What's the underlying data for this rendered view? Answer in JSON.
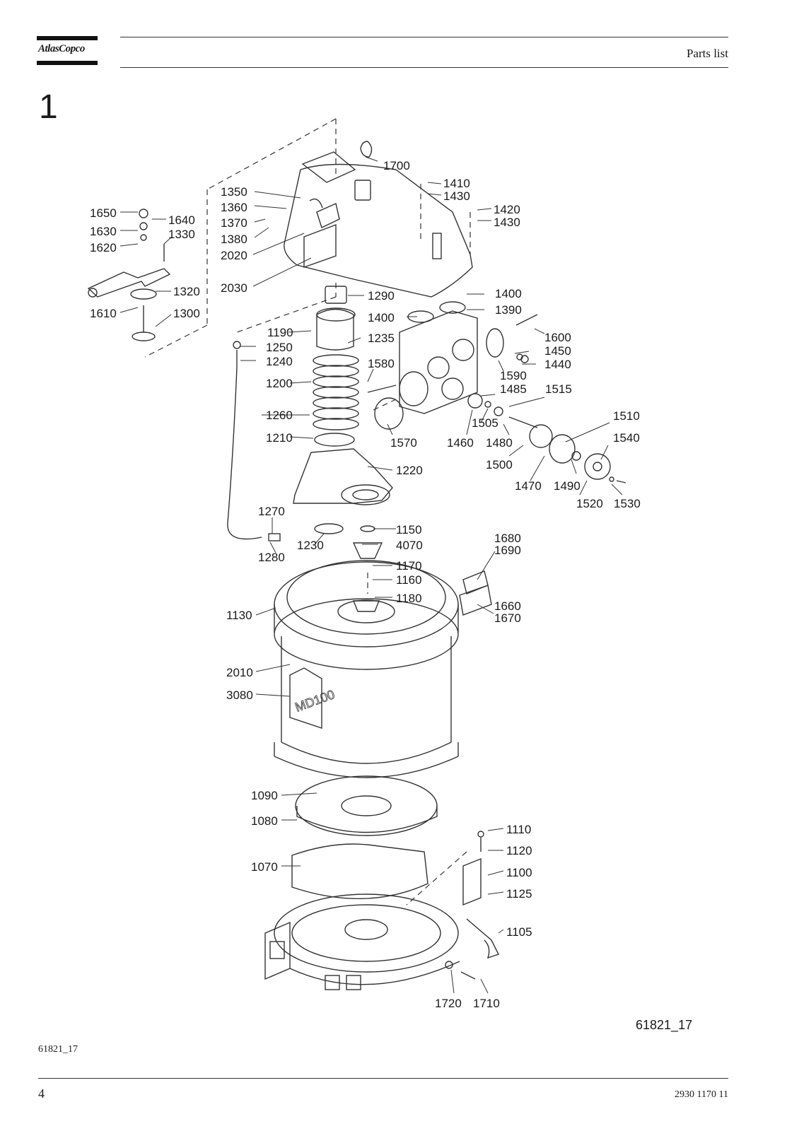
{
  "header": {
    "brand": "AtlasCopco",
    "title": "Parts list"
  },
  "section_number": "1",
  "diagram": {
    "figure_reference": "61821_17",
    "labels": [
      {
        "id": "1700"
      },
      {
        "id": "1410"
      },
      {
        "id": "1430a",
        "text": "1430"
      },
      {
        "id": "1420"
      },
      {
        "id": "1430b",
        "text": "1430"
      },
      {
        "id": "1350"
      },
      {
        "id": "1360"
      },
      {
        "id": "1370"
      },
      {
        "id": "1380"
      },
      {
        "id": "2020"
      },
      {
        "id": "2030"
      },
      {
        "id": "1650"
      },
      {
        "id": "1640"
      },
      {
        "id": "1630"
      },
      {
        "id": "1330"
      },
      {
        "id": "1620"
      },
      {
        "id": "1320"
      },
      {
        "id": "1610"
      },
      {
        "id": "1300"
      },
      {
        "id": "1290"
      },
      {
        "id": "1400a",
        "text": "1400"
      },
      {
        "id": "1400b",
        "text": "1400"
      },
      {
        "id": "1390"
      },
      {
        "id": "1190"
      },
      {
        "id": "1235"
      },
      {
        "id": "1250"
      },
      {
        "id": "1240"
      },
      {
        "id": "1600"
      },
      {
        "id": "1450"
      },
      {
        "id": "1440"
      },
      {
        "id": "1580"
      },
      {
        "id": "1590"
      },
      {
        "id": "1200"
      },
      {
        "id": "1485"
      },
      {
        "id": "1515"
      },
      {
        "id": "1260"
      },
      {
        "id": "1570"
      },
      {
        "id": "1460"
      },
      {
        "id": "1505"
      },
      {
        "id": "1480"
      },
      {
        "id": "1510"
      },
      {
        "id": "1210"
      },
      {
        "id": "1540"
      },
      {
        "id": "1500"
      },
      {
        "id": "1220"
      },
      {
        "id": "1470"
      },
      {
        "id": "1490"
      },
      {
        "id": "1520"
      },
      {
        "id": "1530"
      },
      {
        "id": "1270"
      },
      {
        "id": "1150"
      },
      {
        "id": "1230"
      },
      {
        "id": "4070"
      },
      {
        "id": "1280"
      },
      {
        "id": "1680"
      },
      {
        "id": "1690"
      },
      {
        "id": "1170"
      },
      {
        "id": "1160"
      },
      {
        "id": "1180"
      },
      {
        "id": "1660"
      },
      {
        "id": "1670"
      },
      {
        "id": "1130"
      },
      {
        "id": "2010"
      },
      {
        "id": "3080"
      },
      {
        "id": "1090"
      },
      {
        "id": "1080"
      },
      {
        "id": "1110"
      },
      {
        "id": "1120"
      },
      {
        "id": "1070"
      },
      {
        "id": "1100"
      },
      {
        "id": "1125"
      },
      {
        "id": "1105"
      },
      {
        "id": "1720"
      },
      {
        "id": "1710"
      }
    ],
    "decal_text": "MD100"
  },
  "footer": {
    "figure_reference": "61821_17",
    "page_number": "4",
    "document_number": "2930 1170 11"
  }
}
